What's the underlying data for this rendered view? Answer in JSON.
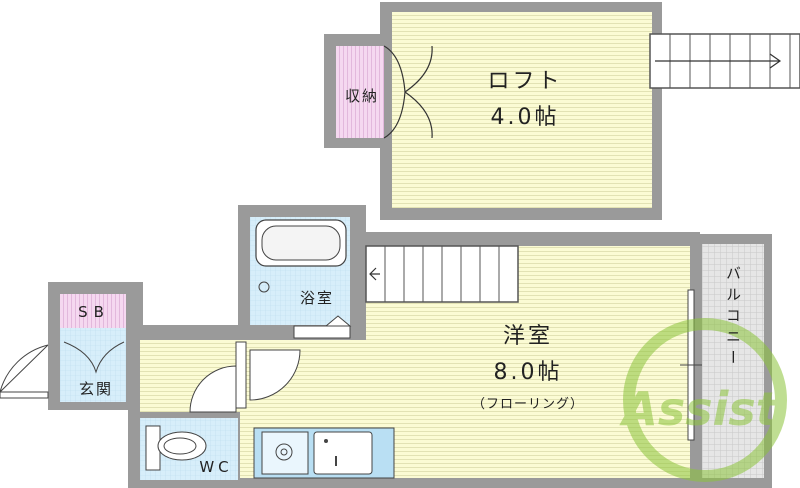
{
  "loft": {
    "name": "ロフト",
    "size": "4.0帖"
  },
  "storage": {
    "name": "収納"
  },
  "bath": {
    "name": "浴室"
  },
  "shoe_box": {
    "name": "SB"
  },
  "entrance": {
    "name": "玄関"
  },
  "toilet": {
    "name": "WC"
  },
  "western_room": {
    "name": "洋室",
    "size": "8.0帖",
    "floor": "（フローリング）"
  },
  "balcony": {
    "name": "バルコニー"
  },
  "watermark": {
    "text": "Assist"
  },
  "colors": {
    "loft_floor": "#fbfbd2",
    "room_floor": "#fbfbd2",
    "closet": "#f3d3ee",
    "wet_area": "#d4ecf8",
    "wall": "#8a8a8a",
    "watermark_green": "#8cc43a"
  }
}
